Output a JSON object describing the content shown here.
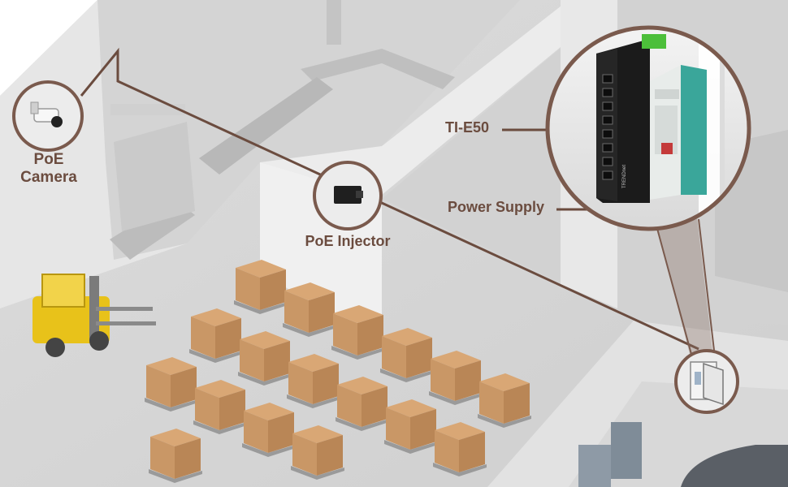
{
  "labels": {
    "poe_camera_line1": "PoE",
    "poe_camera_line2": "Camera",
    "poe_injector": "PoE Injector",
    "switch_model": "TI-E50",
    "power_supply": "Power Supply"
  },
  "device": {
    "switch_brand_text": "TRENDnet"
  },
  "colors": {
    "label_text": "#6b4c3f",
    "cable": "#6b4c3f",
    "callout_ring": "#7a5a4d",
    "floor": "#d6d6d6",
    "wall": "#e9e9e9",
    "box": "#c99766"
  },
  "icons": {
    "camera": "security-camera-icon",
    "injector": "poe-injector-icon",
    "cabinet": "network-cabinet-icon"
  }
}
